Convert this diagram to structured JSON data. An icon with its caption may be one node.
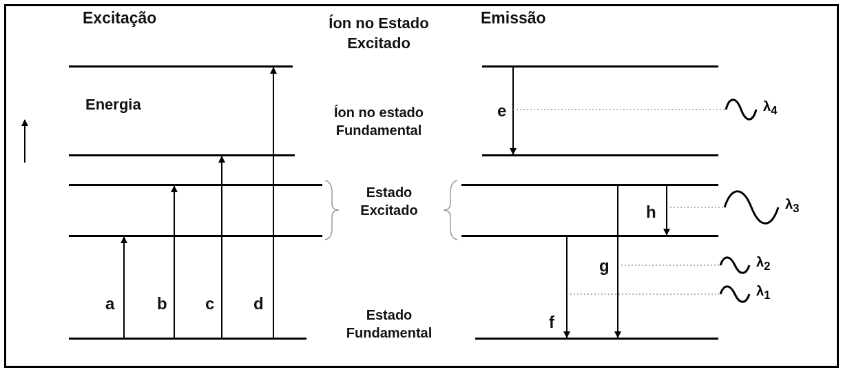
{
  "diagram": {
    "nodes": [
      {
        "text": [],
        "shape": "bar"
      },
      {
        "text": [],
        "shape": "bar"
      },
      {
        "text": [],
        "shape": "bar"
      },
      {
        "text": [],
        "shape": "bar"
      },
      {
        "text": [],
        "shape": "bar"
      },
      {
        "text": [],
        "shape": "bar"
      },
      {
        "text": [],
        "shape": "bar"
      },
      {
        "text": [],
        "shape": "bar"
      },
      {
        "text": [],
        "shape": "bar"
      },
      {
        "text": [],
        "shape": "bar"
      },
      {
        "text": [
          "λ$_{4}$"
        ]
      },
      {
        "text": [
          "λ$_{3}$"
        ]
      },
      {
        "text": [
          "λ$_{2}$"
        ]
      },
      {
        "text": [
          "λ$_{1}$"
        ]
      }
    ],
    "edges": [
      {
        "from": 4,
        "to": 3,
        "arrow": "to",
        "label": "a"
      },
      {
        "from": 4,
        "to": 2,
        "arrow": "to",
        "label": "b"
      },
      {
        "from": 4,
        "to": 1,
        "arrow": "to",
        "label": "c"
      },
      {
        "from": 4,
        "to": 0,
        "arrow": "to",
        "label": "d"
      },
      {
        "from": 5,
        "to": 6,
        "arrow": "to",
        "label": "e"
      },
      {
        "from": 8,
        "to": 9,
        "arrow": "to",
        "label": "f"
      },
      {
        "from": 7,
        "to": 9,
        "arrow": "to",
        "label": "g"
      },
      {
        "from": 7,
        "to": 8,
        "arrow": "to",
        "label": "h"
      },
      {
        "from": null,
        "to": 10,
        "arrow": "none",
        "style": "dashed",
        "color": "#999999"
      },
      {
        "from": null,
        "to": 11,
        "arrow": "none",
        "style": "dashed",
        "color": "#999999"
      },
      {
        "from": null,
        "to": 12,
        "arrow": "none",
        "style": "dashed",
        "color": "#999999"
      },
      {
        "from": null,
        "to": 13,
        "arrow": "none",
        "style": "dashed",
        "color": "#999999"
      }
    ],
    "labels": [
      "Excitação",
      "Íon no Estado Excitado",
      "Emissão",
      "Energia",
      "Íon no estado Fundamental",
      "Estado Excitado",
      "Estado Fundamental"
    ]
  }
}
